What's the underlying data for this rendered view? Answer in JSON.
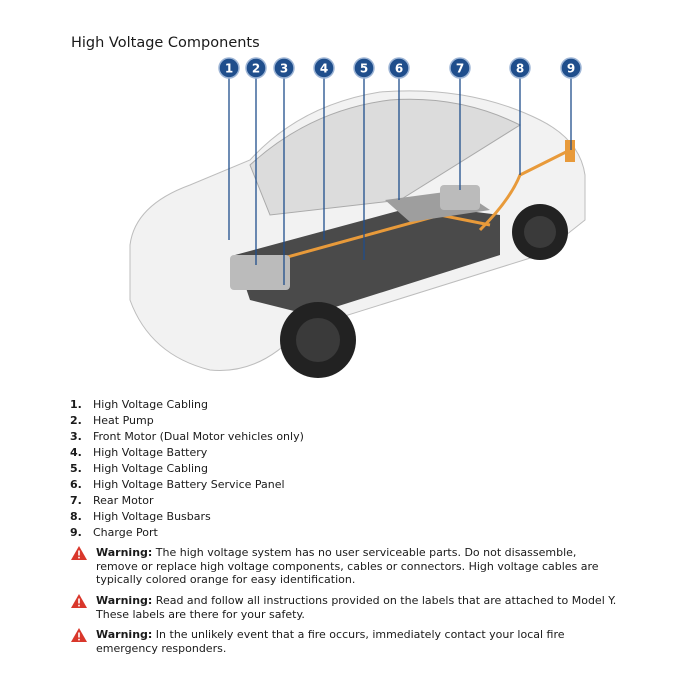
{
  "title": "High Voltage Components",
  "callouts": [
    "1",
    "2",
    "3",
    "4",
    "5",
    "6",
    "7",
    "8",
    "9"
  ],
  "items": [
    {
      "num": "1.",
      "label": "High Voltage Cabling"
    },
    {
      "num": "2.",
      "label": "Heat Pump"
    },
    {
      "num": "3.",
      "label": "Front Motor (Dual Motor vehicles only)"
    },
    {
      "num": "4.",
      "label": "High Voltage Battery"
    },
    {
      "num": "5.",
      "label": "High Voltage Cabling"
    },
    {
      "num": "6.",
      "label": "High Voltage Battery Service Panel"
    },
    {
      "num": "7.",
      "label": "Rear Motor"
    },
    {
      "num": "8.",
      "label": "High Voltage Busbars"
    },
    {
      "num": "9.",
      "label": "Charge Port"
    }
  ],
  "warnings": [
    {
      "label": "Warning:",
      "text": "The high voltage system has no user serviceable parts. Do not disassemble, remove or replace high voltage components, cables or connectors. High voltage cables are typically colored orange for easy identification."
    },
    {
      "label": "Warning:",
      "text": "Read and follow all instructions provided on the labels that are attached to Model Y. These labels are there for your safety."
    },
    {
      "label": "Warning:",
      "text": "In the unlikely event that a fire occurs, immediately contact your local fire emergency responders."
    }
  ],
  "colors": {
    "callout": "#1f4e8c",
    "warning": "#d9372b",
    "cable": "#e89a3a"
  }
}
